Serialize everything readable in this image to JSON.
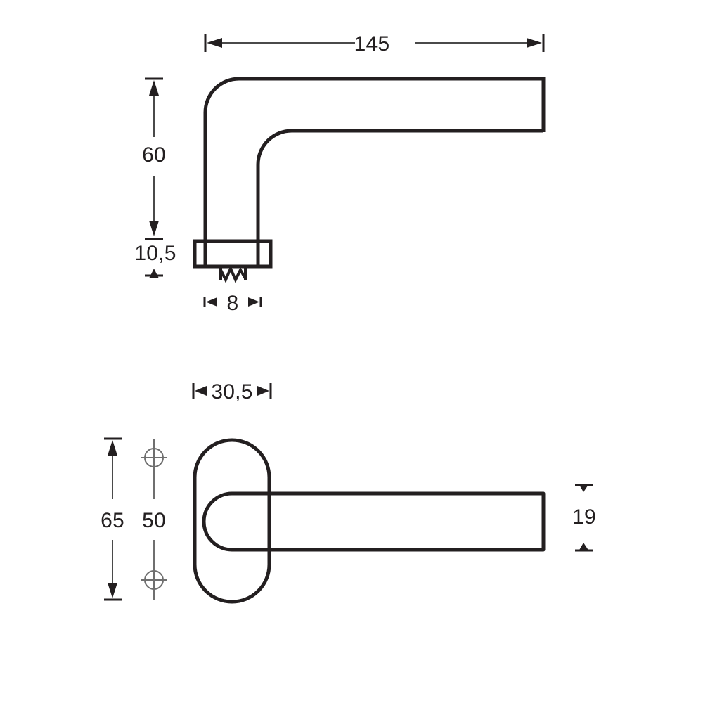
{
  "drawing": {
    "title": "Door handle technical dimension drawing",
    "units": "mm",
    "line_color": "#231f20",
    "dimension_color": "#4a4a4a",
    "center_mark_color": "#6f6f6f",
    "background_color": "#ffffff"
  },
  "views": {
    "side_view": {
      "name": "side-elevation-view",
      "dimensions": {
        "length": "145",
        "handle_height": "60",
        "rosette_thickness": "10,5",
        "spindle_size": "8"
      }
    },
    "front_view": {
      "name": "front-plan-view",
      "dimensions": {
        "rosette_height": "65",
        "screw_hole_spacing": "50",
        "rosette_width": "30,5",
        "handle_width": "19"
      }
    }
  },
  "labels": {
    "d145": "145",
    "d60": "60",
    "d105": "10,5",
    "d8": "8",
    "d305": "30,5",
    "d65": "65",
    "d50": "50",
    "d19": "19"
  },
  "icons": {
    "screw_hole_top": "crosshair-icon",
    "screw_hole_bottom": "crosshair-icon",
    "spindle_break": "zigzag-break-icon"
  }
}
